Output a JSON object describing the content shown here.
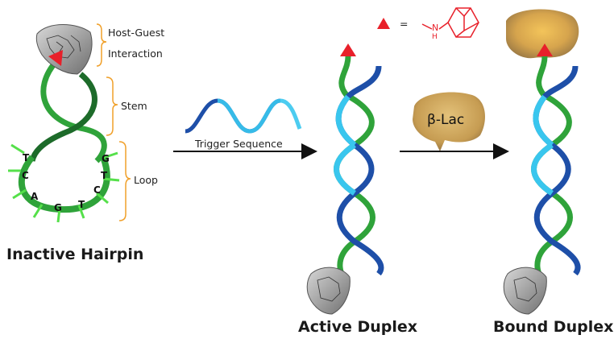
{
  "labels": {
    "host_guest": [
      "Host-Guest",
      "Interaction"
    ],
    "stem": "Stem",
    "loop": "Loop",
    "trigger": "Trigger Sequence",
    "inactive": "Inactive Hairpin",
    "active": "Active Duplex",
    "bound": "Bound Duplex",
    "enzyme": "β-Lac",
    "legend_equals": "=",
    "amine_label": "N",
    "amine_h": "H"
  },
  "loop_bases": [
    "T",
    "C",
    "A",
    "G",
    "T",
    "C",
    "T",
    "G"
  ],
  "colors": {
    "strand_green": "#2fa33a",
    "strand_light_green": "#55e04a",
    "strand_dark_green": "#1d6b2a",
    "helix_blue": "#1e4fa8",
    "helix_cyan": "#39c6ee",
    "tag_red": "#e8202a",
    "bracket": "#f0a02a",
    "protein_gold": "#c9a052",
    "cyclodextrin_gray": "#8d8d8d"
  }
}
